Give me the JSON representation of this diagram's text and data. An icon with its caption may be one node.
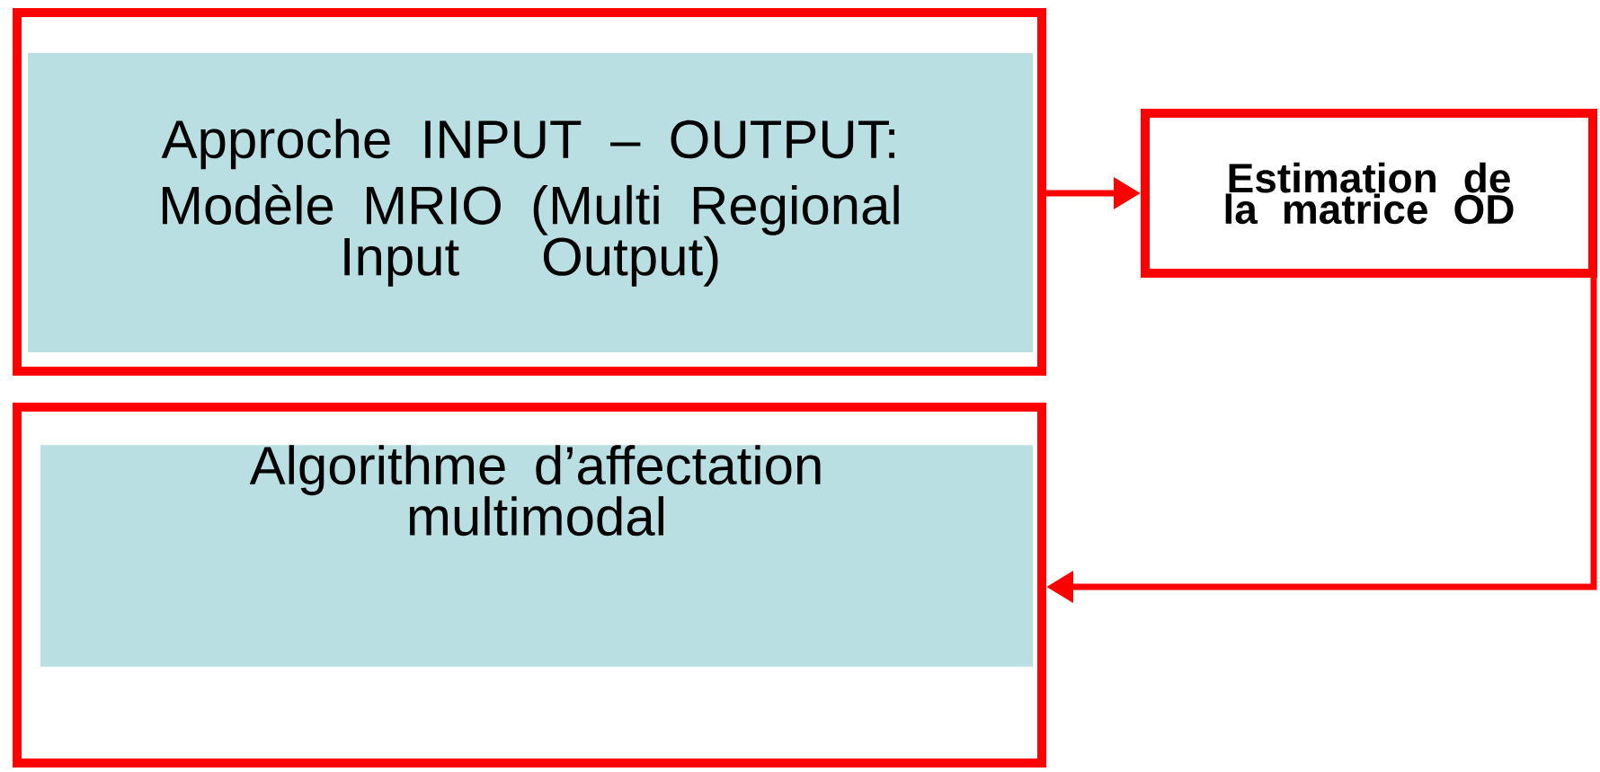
{
  "diagram": {
    "nodes": [
      {
        "text": [],
        "shape": "box"
      },
      {
        "text": [
          "Approche INPUT – OUTPUT:",
          "Modèle MRIO (Multi Regional Input Output)"
        ],
        "in": 0
      },
      {
        "text": [
          "Estimation de la matrice OD"
        ]
      },
      {
        "text": [],
        "shape": "box"
      },
      {
        "text": [
          "Algorithme d’affectation multimodal"
        ],
        "in": 3
      }
    ],
    "edges": [
      {
        "from": 0,
        "to": 2,
        "arrow": "to"
      },
      {
        "from": 2,
        "to": 3,
        "arrow": "to"
      }
    ]
  }
}
